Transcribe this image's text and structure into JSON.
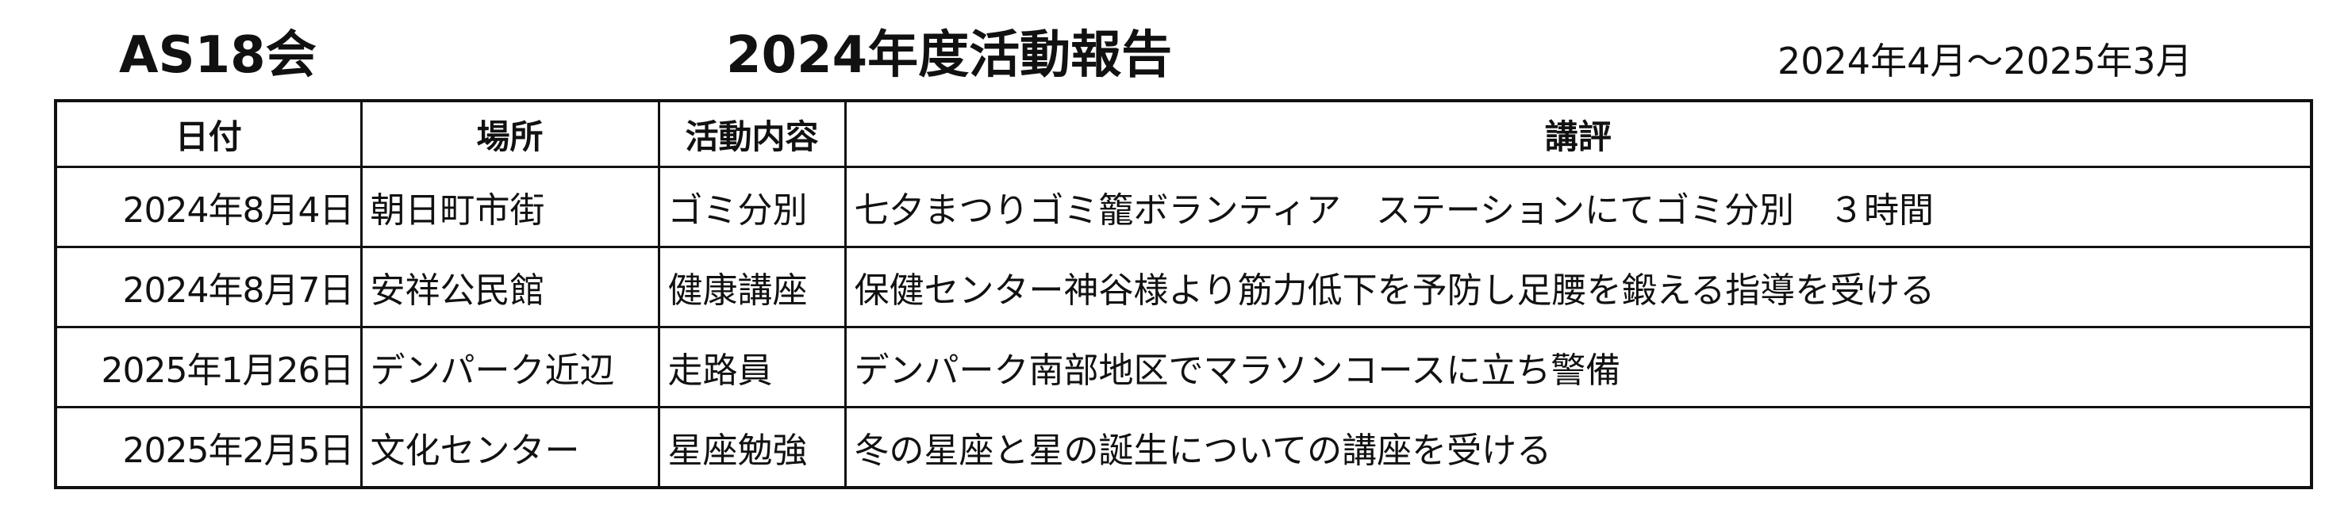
{
  "header": {
    "org_name": "AS18会",
    "title": "2024年度活動報告",
    "period": "2024年4月～2025年3月"
  },
  "table": {
    "columns": {
      "date": "日付",
      "place": "場所",
      "activity": "活動内容",
      "review": "講評"
    },
    "rows": [
      {
        "date": "2024年8月4日",
        "place": "朝日町市街",
        "activity": "ゴミ分別",
        "review": "七夕まつりゴミ籠ボランティア　ステーションにてゴミ分別　３時間"
      },
      {
        "date": "2024年8月7日",
        "place": "安祥公民館",
        "activity": "健康講座",
        "review": "保健センター神谷様より筋力低下を予防し足腰を鍛える指導を受ける"
      },
      {
        "date": "2025年1月26日",
        "place": "デンパーク近辺",
        "activity": "走路員",
        "review": "デンパーク南部地区でマラソンコースに立ち警備"
      },
      {
        "date": "2025年2月5日",
        "place": "文化センター",
        "activity": "星座勉強",
        "review": "冬の星座と星の誕生についての講座を受ける"
      }
    ]
  }
}
